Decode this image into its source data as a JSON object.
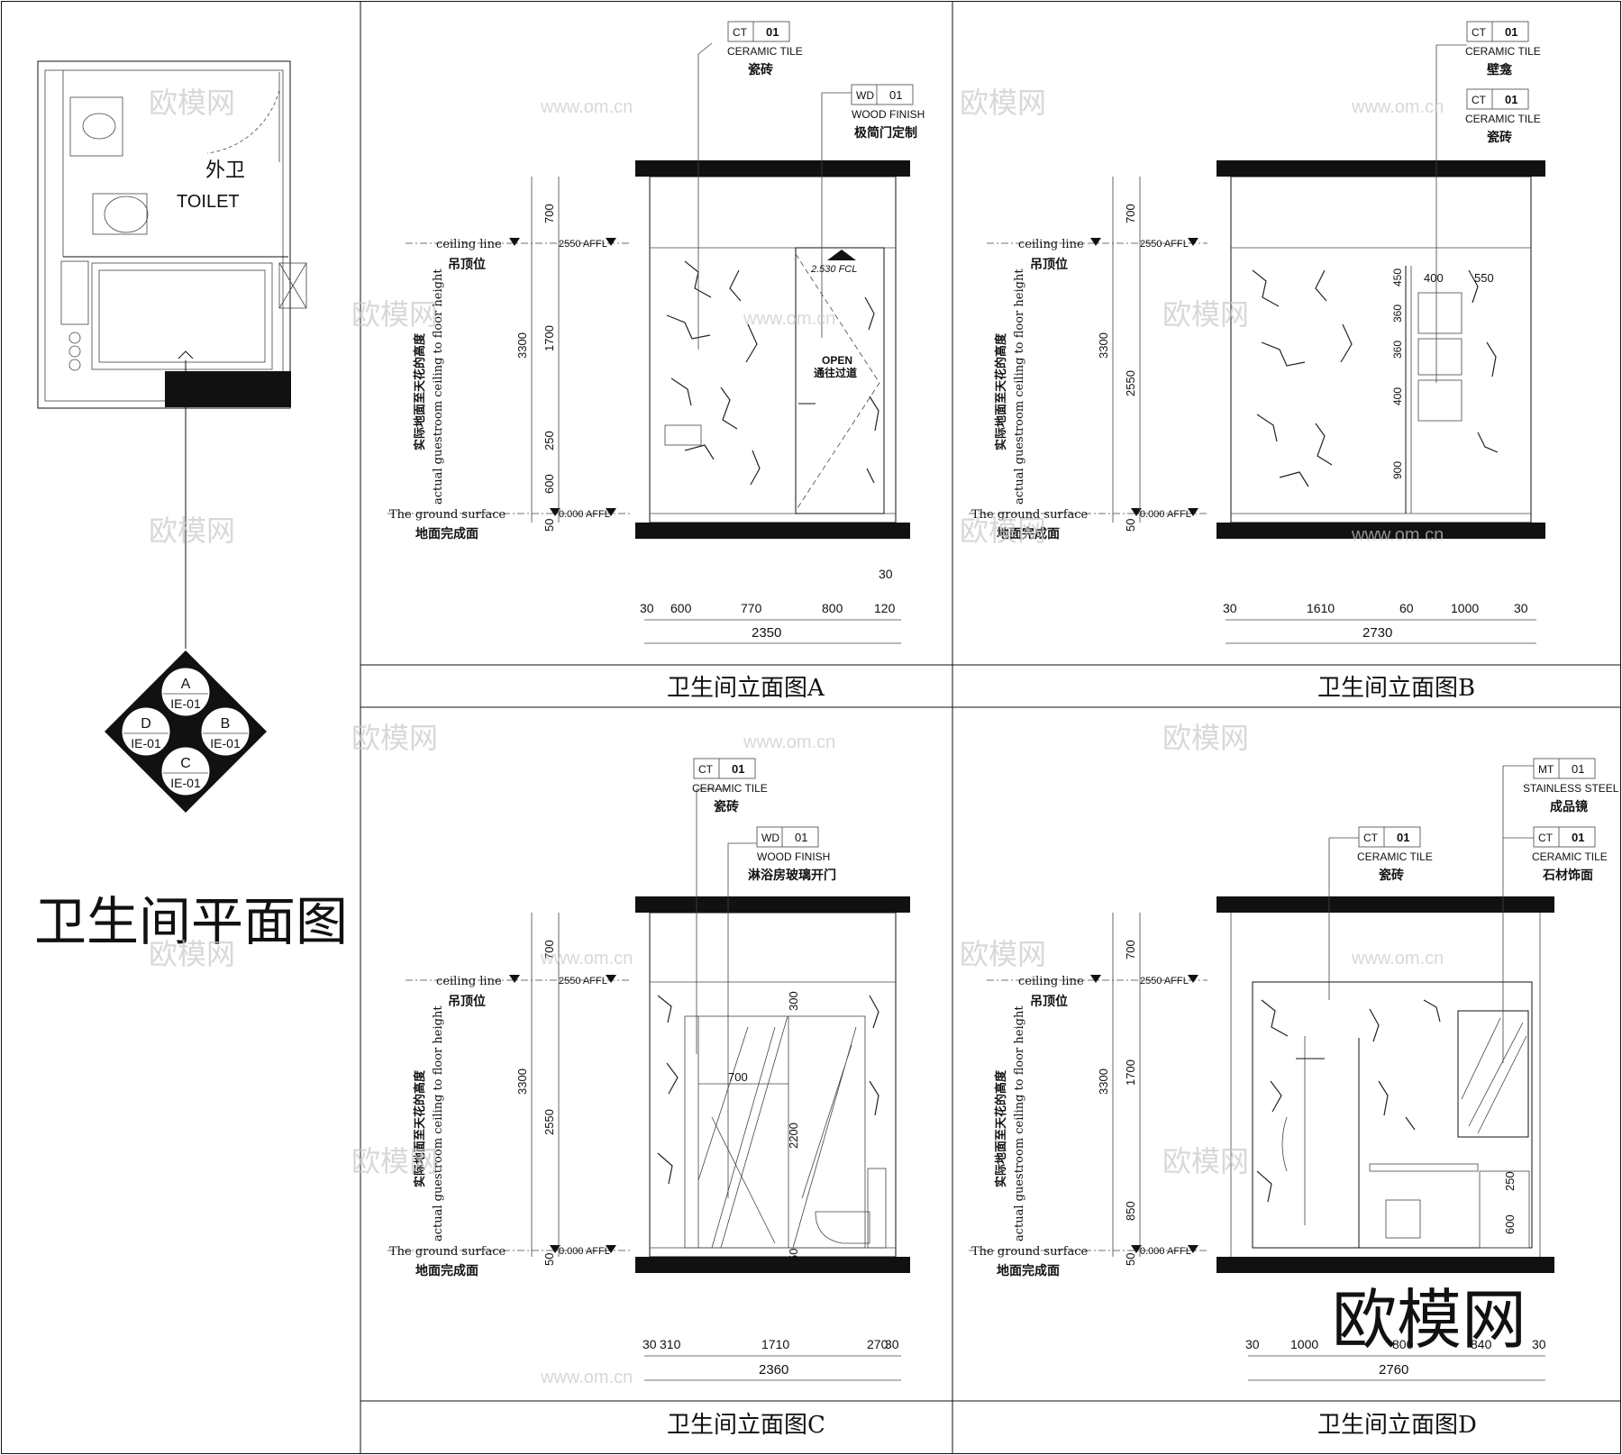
{
  "plan": {
    "room_cn": "外卫",
    "room_en": "TOILET",
    "title": "卫生间平面图",
    "symbol": {
      "A": "A",
      "B": "B",
      "C": "C",
      "D": "D",
      "ref": "IE-01"
    }
  },
  "levels": {
    "ceiling_en": "ceiling line",
    "ceiling_cn": "吊顶位",
    "ground_en": "The ground surface",
    "ground_cn": "地面完成面",
    "height_cn": "实际地面至天花的高度",
    "height_en": "actual guestroom ceiling to floor height",
    "affl_top": "2550 AFFL",
    "affl_bottom": "0.000 AFFL",
    "fcl": "2.530 FCL"
  },
  "elev_a": {
    "title": "卫生间立面图A",
    "tag1": {
      "code": "CT",
      "num": "01",
      "en": "CERAMIC TILE",
      "cn": "瓷砖"
    },
    "tag2": {
      "code": "WD",
      "num": "01",
      "en": "WOOD FINISH",
      "cn": "极简门定制"
    },
    "open_en": "OPEN",
    "open_cn": "通往过道",
    "vdims": [
      "700",
      "3300",
      "1700",
      "250",
      "600",
      "50"
    ],
    "hdims": [
      "30",
      "600",
      "770",
      "800",
      "120",
      "30"
    ],
    "total": "2350"
  },
  "elev_b": {
    "title": "卫生间立面图B",
    "tag1": {
      "code": "CT",
      "num": "01",
      "en": "CERAMIC TILE",
      "cn": "壁龛"
    },
    "tag2": {
      "code": "CT",
      "num": "01",
      "en": "CERAMIC TILE",
      "cn": "瓷砖"
    },
    "vdims": [
      "700",
      "3300",
      "2550",
      "50"
    ],
    "inner": [
      "400",
      "550",
      "450",
      "360",
      "360",
      "400",
      "900"
    ],
    "hdims": [
      "30",
      "1610",
      "60",
      "1000",
      "30"
    ],
    "total": "2730"
  },
  "elev_c": {
    "title": "卫生间立面图C",
    "tag1": {
      "code": "CT",
      "num": "01",
      "en": "CERAMIC TILE",
      "cn": "瓷砖"
    },
    "tag2": {
      "code": "WD",
      "num": "01",
      "en": "WOOD FINISH",
      "cn": "淋浴房玻璃开门"
    },
    "vdims": [
      "700",
      "3300",
      "2550",
      "50"
    ],
    "inner": [
      "300",
      "700",
      "2200",
      "50"
    ],
    "hdims": [
      "30",
      "310",
      "1710",
      "270",
      "30"
    ],
    "total": "2360"
  },
  "elev_d": {
    "title": "卫生间立面图D",
    "tag1": {
      "code": "MT",
      "num": "01",
      "en": "STAINLESS STEEL",
      "cn": "成品镜"
    },
    "tag2": {
      "code": "CT",
      "num": "01",
      "en": "CERAMIC TILE",
      "cn": "瓷砖"
    },
    "tag3": {
      "code": "CT",
      "num": "01",
      "en": "CERAMIC TILE",
      "cn": "石材饰面"
    },
    "vdims": [
      "700",
      "3300",
      "1700",
      "850",
      "50"
    ],
    "inner": [
      "250",
      "600"
    ],
    "hdims": [
      "30",
      "1000",
      "800",
      "840",
      "30"
    ],
    "total": "2760"
  },
  "watermark": {
    "brand": "欧模网",
    "url": "www.om.cn"
  }
}
